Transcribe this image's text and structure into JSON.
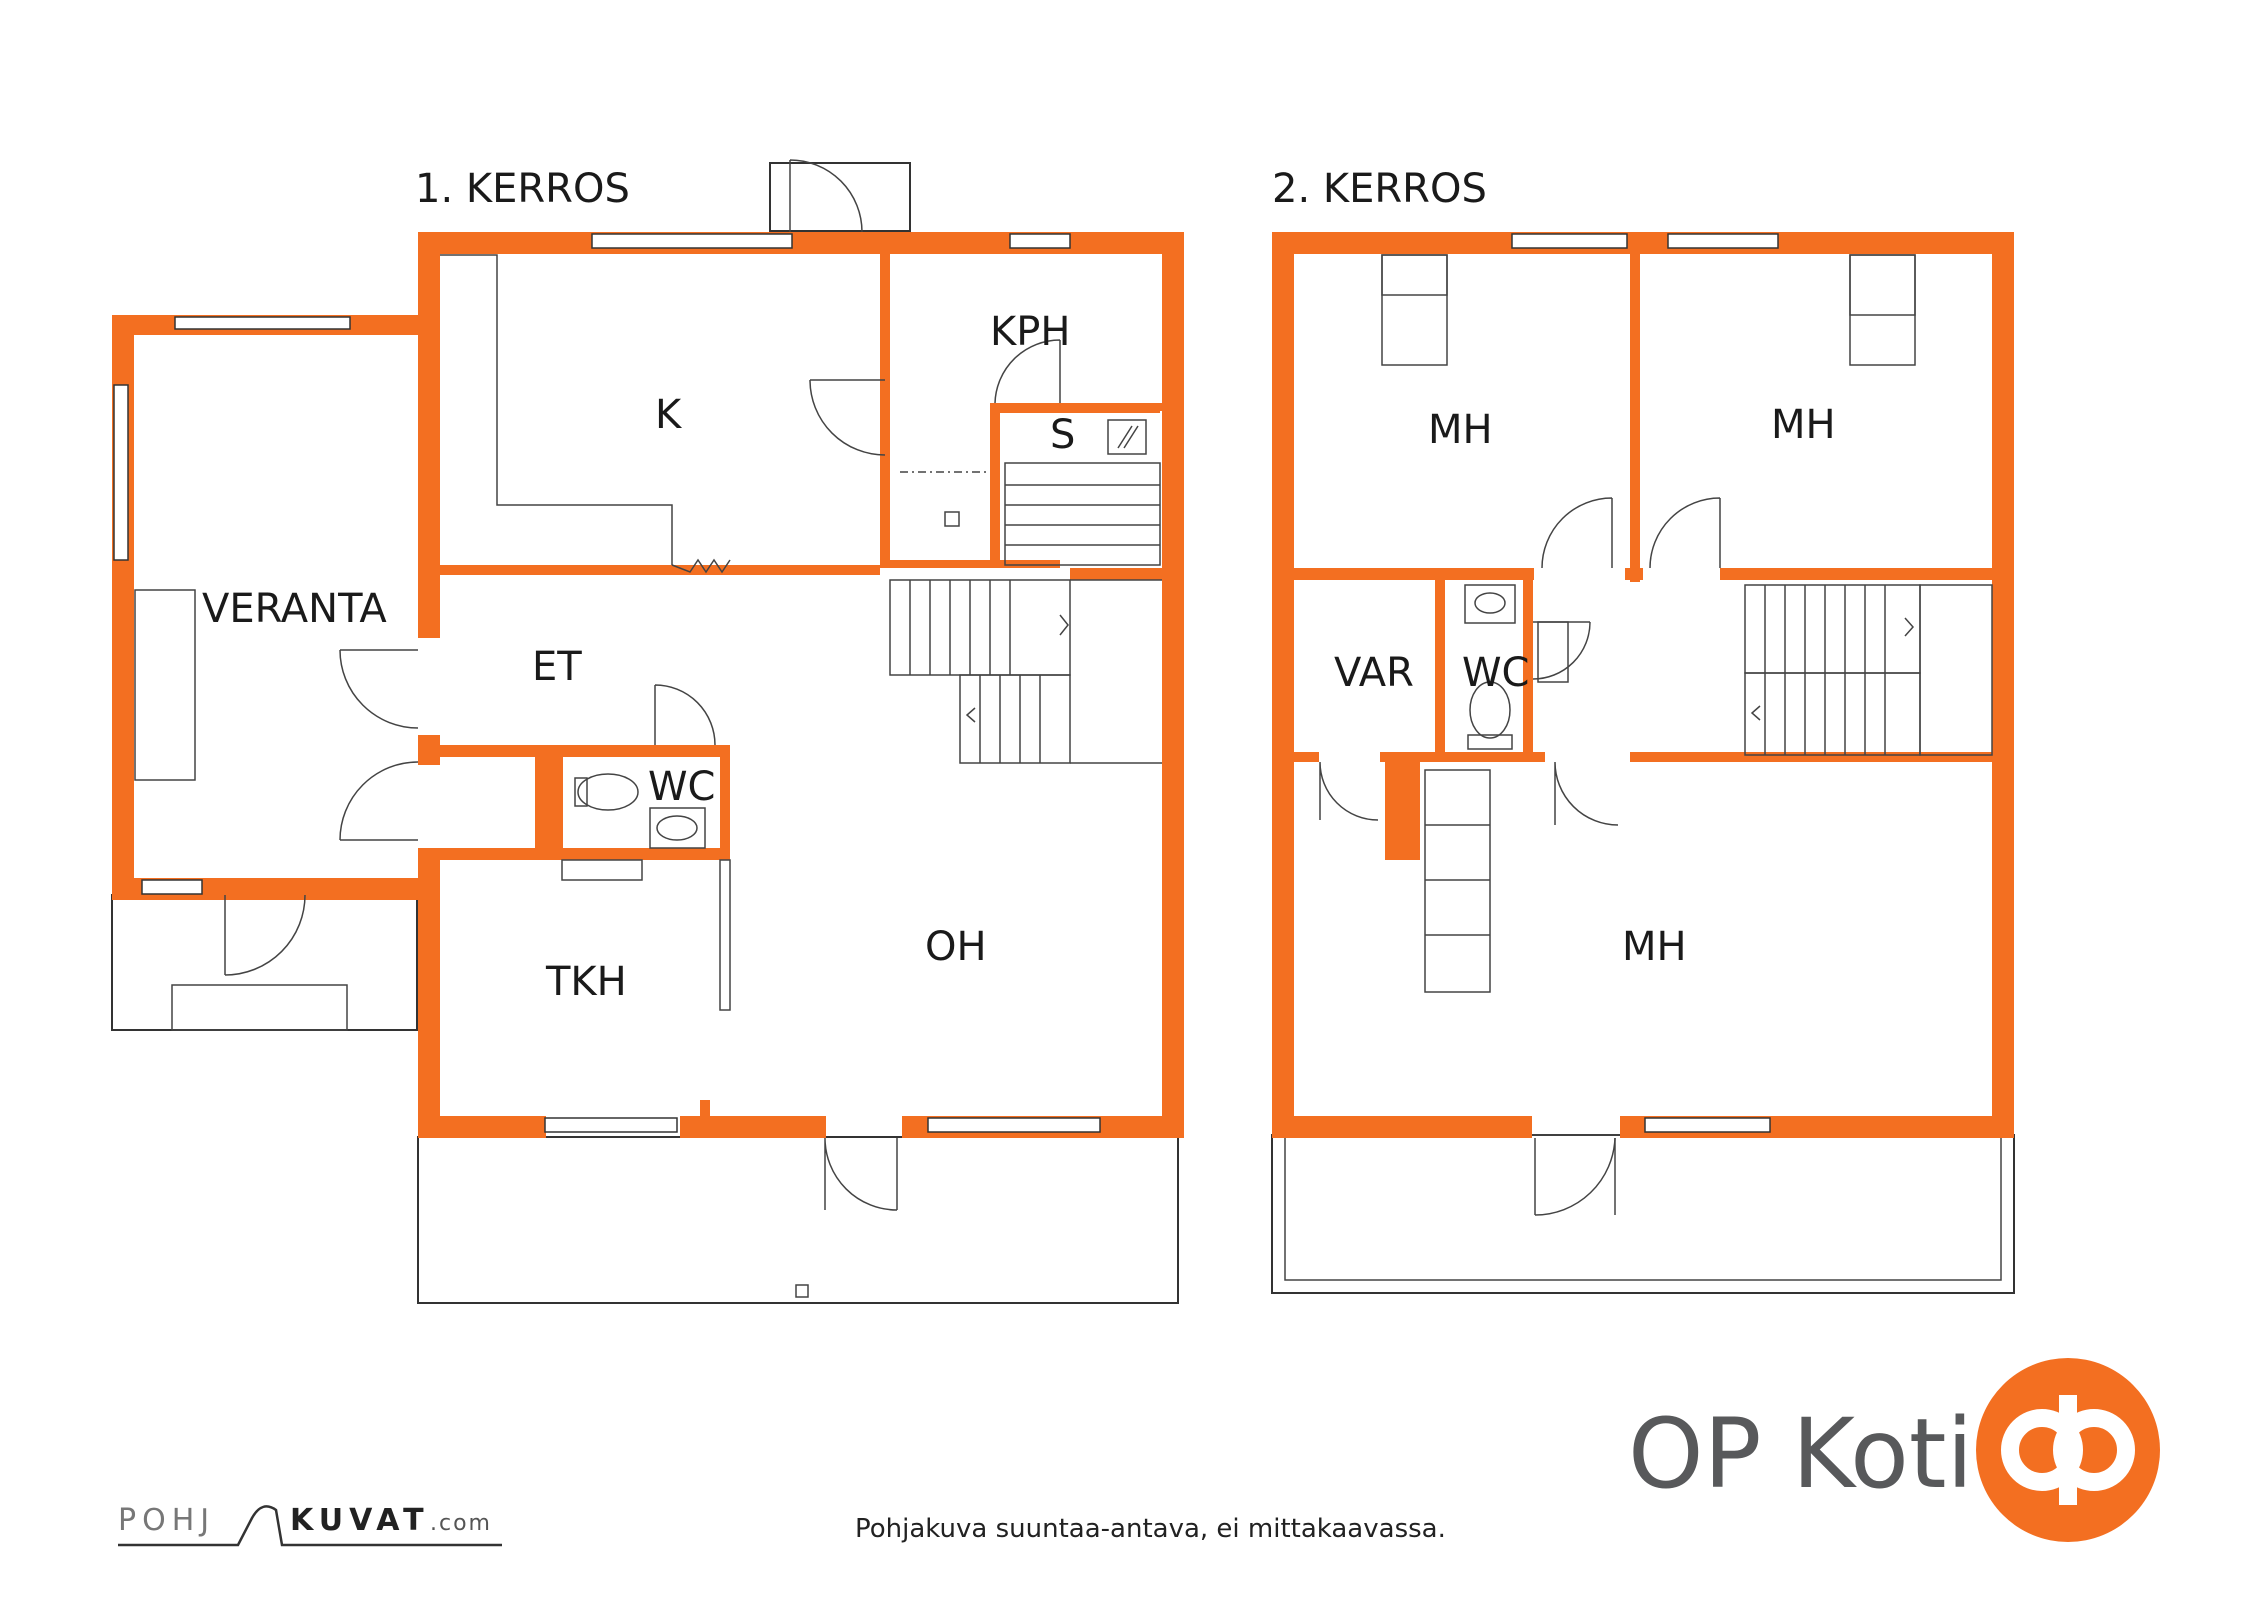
{
  "floor1": {
    "title": "1. KERROS",
    "rooms": {
      "veranta": "VERANTA",
      "k": "K",
      "kph": "KPH",
      "s": "S",
      "et": "ET",
      "wc": "WC",
      "tkh": "TKH",
      "oh": "OH"
    }
  },
  "floor2": {
    "title": "2. KERROS",
    "rooms": {
      "mh_left": "MH",
      "mh_right": "MH",
      "var": "VAR",
      "wc": "WC",
      "mh_bottom": "MH"
    }
  },
  "footer": {
    "disclaimer": "Pohjakuva suuntaa-antava, ei mittakaavassa.",
    "brand": "OP Koti",
    "brand_logo": "op-logo-icon",
    "watermark_left": "POHJ",
    "watermark_right": "KUVAT",
    "watermark_suffix": ".com"
  },
  "colors": {
    "wall": "#f36f21",
    "brand": "#f36f21",
    "text": "#1a1a1a"
  }
}
